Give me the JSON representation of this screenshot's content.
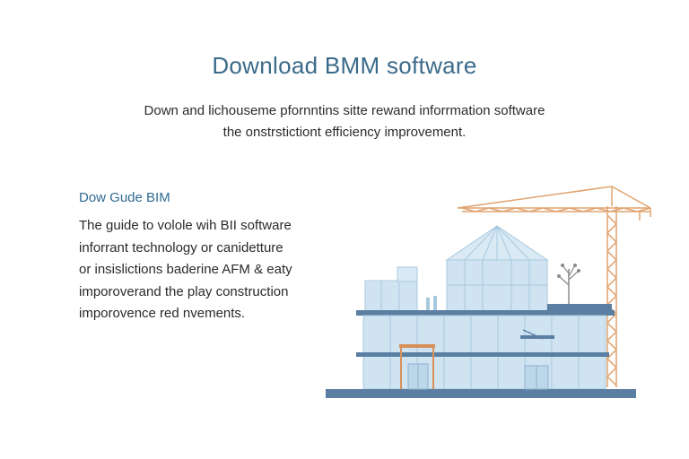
{
  "hero": {
    "title": "Download BMM software",
    "subtitle_lines": [
      "Down and lichouseme pfornntins sitte rewand inforrmation software",
      "the onstrstictiont efficiency improvement."
    ]
  },
  "guide": {
    "heading": "Dow Gude BIM",
    "body_lines": [
      "The guide to volole wih BII software",
      "inforrant technology or canidetture",
      "or insislictions baderine AFM & eaty",
      "imporoverand the play construction",
      "imporovence red nvements."
    ]
  },
  "illustration": {
    "subject": "building under construction with tower crane",
    "colors": {
      "glass": "#cfe3f1",
      "glass_line": "#a8c8de",
      "slab": "#5b7fa3",
      "crane": "#e0a36f",
      "door_frame": "#d99058"
    }
  }
}
